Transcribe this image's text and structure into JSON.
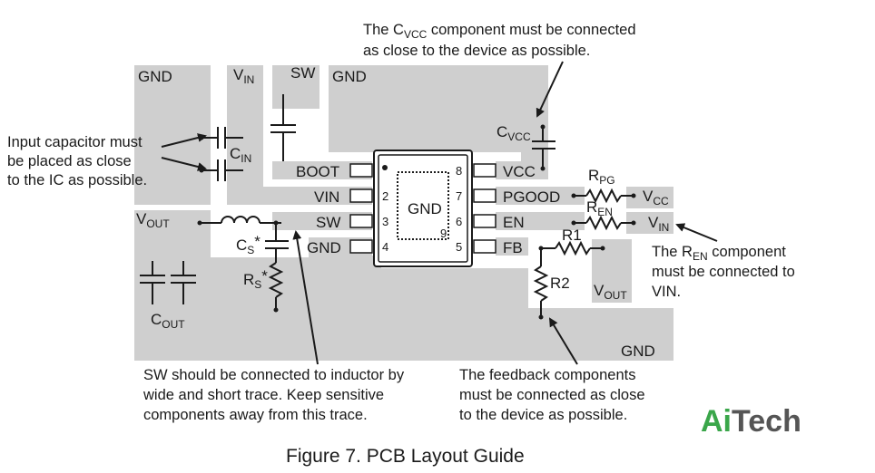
{
  "figure": {
    "caption": "Figure 7. PCB Layout Guide",
    "logo": {
      "part1": "Ai",
      "part2": "Tech",
      "color1": "#3aa64a",
      "color2": "#555555"
    }
  },
  "colors": {
    "copper": "#cfcfcf",
    "ink": "#1a1a1a",
    "background": "#ffffff"
  },
  "regions": {
    "gnd_left": "GND",
    "vin_top": {
      "main": "V",
      "sub": "IN"
    },
    "sw_top": "SW",
    "gnd_top": "GND",
    "vout_left": {
      "main": "V",
      "sub": "OUT"
    },
    "vout_right": {
      "main": "V",
      "sub": "OUT"
    },
    "gnd_bottom": "GND",
    "vcc_right": {
      "main": "V",
      "sub": "CC"
    },
    "vin_right": {
      "main": "V",
      "sub": "IN"
    }
  },
  "ic": {
    "center_label": "GND",
    "pad_number": "9",
    "left_pins": [
      {
        "number": "1",
        "name": "BOOT"
      },
      {
        "number": "2",
        "name": "VIN"
      },
      {
        "number": "3",
        "name": "SW"
      },
      {
        "number": "4",
        "name": "GND"
      }
    ],
    "right_pins": [
      {
        "number": "8",
        "name": "VCC"
      },
      {
        "number": "7",
        "name": "PGOOD"
      },
      {
        "number": "6",
        "name": "EN"
      },
      {
        "number": "5",
        "name": "FB"
      }
    ]
  },
  "components": {
    "cin": {
      "main": "C",
      "sub": "IN"
    },
    "cvcc": {
      "main": "C",
      "sub": "VCC"
    },
    "rpg": {
      "main": "R",
      "sub": "PG"
    },
    "ren": {
      "main": "R",
      "sub": "EN"
    },
    "r1": "R1",
    "r2": "R2",
    "cs": {
      "main": "C",
      "sub": "S",
      "suffix": "*"
    },
    "rs": {
      "main": "R",
      "sub": "S",
      "suffix": "*"
    },
    "cout": {
      "main": "C",
      "sub": "OUT"
    }
  },
  "notes": {
    "cvcc": {
      "prefix": "The C",
      "sub": "VCC",
      "suffix": " component must be connected",
      "line2": "as close to the device as possible."
    },
    "input_cap": [
      "Input capacitor must",
      "be placed  as close",
      "to the IC as possible."
    ],
    "ren": {
      "prefix": "The R",
      "sub": "EN",
      "suffix": " component",
      "line2": "must be connected to",
      "line3": "VIN."
    },
    "sw": [
      "SW should be connected to inductor by",
      "wide and short trace. Keep sensitive",
      "components away from this trace."
    ],
    "feedback": [
      "The feedback components",
      "must be connected as close",
      "to the device as possible."
    ]
  }
}
